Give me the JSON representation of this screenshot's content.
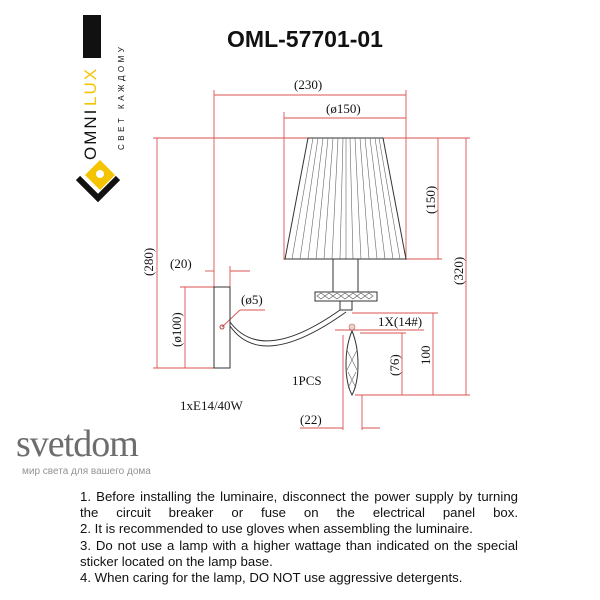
{
  "brand": {
    "logo_text": "OMNI LUX",
    "tagline": "СВЕТ КАЖДОМУ",
    "accent": "#f5c400"
  },
  "title": "OML-57701-01",
  "dimensions": {
    "overall_width": "(230)",
    "shade_diameter": "(ø150)",
    "shade_height": "(150)",
    "total_height": "(320)",
    "backplate_height": "(280)",
    "backplate_depth": "(20)",
    "backplate_diameter": "(ø100)",
    "screw_diameter": "(ø5)",
    "crystal_spec": "1X(14#)",
    "crystal_height": "100",
    "crystal_drop": "(76)",
    "crystal_width": "(22)"
  },
  "labels": {
    "pcs": "1PCS",
    "bulb": "1xE14/40W"
  },
  "notes": [
    "1. Before installing the luminaire, disconnect the power supply by turning the circuit breaker or fuse on the electrical panel box.",
    "2. It is recommended to use gloves when assembling the luminaire.",
    "3. Do not use a lamp with a higher wattage than indicated on the special sticker located on the lamp base.",
    "4. When caring for the lamp, DO NOT use aggressive detergents."
  ],
  "watermark": {
    "name": "svetdom",
    "slogan": "мир света для вашего дома"
  }
}
